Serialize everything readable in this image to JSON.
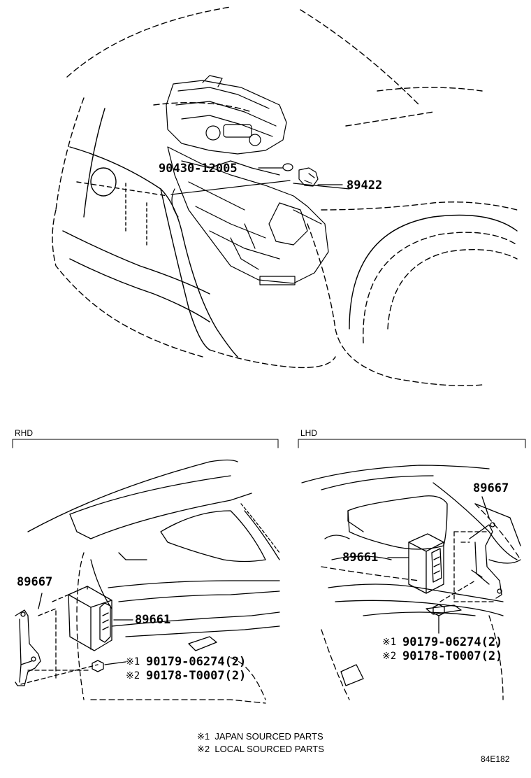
{
  "top": {
    "labels": {
      "washer": "90430-12005",
      "sensor": "89422"
    }
  },
  "rhd": {
    "title": "RHD",
    "bracket": "89667",
    "ecu": "89661",
    "bolt1_mark": "※1",
    "bolt1": "90179-06274(2)",
    "bolt2_mark": "※2",
    "bolt2": "90178-T0007(2)"
  },
  "lhd": {
    "title": "LHD",
    "bracket": "89667",
    "ecu": "89661",
    "bolt1_mark": "※1",
    "bolt1": "90179-06274(2)",
    "bolt2_mark": "※2",
    "bolt2": "90178-T0007(2)"
  },
  "notes": [
    {
      "mark": "※1",
      "text": "JAPAN SOURCED PARTS"
    },
    {
      "mark": "※2",
      "text": "LOCAL SOURCED PARTS"
    }
  ],
  "figure_code": "84E182"
}
